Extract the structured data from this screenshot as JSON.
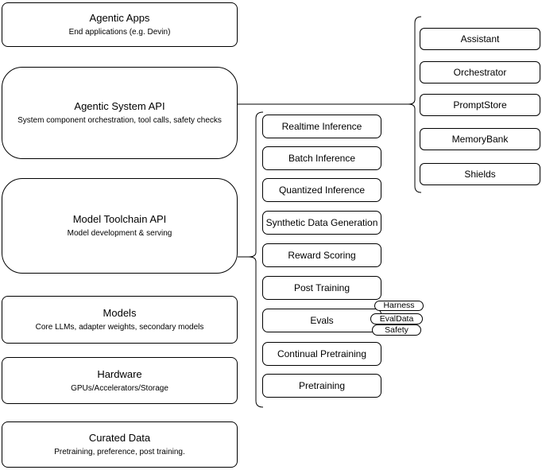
{
  "left_stack": [
    {
      "title": "Agentic Apps",
      "subtitle": "End applications (e.g. Devin)"
    },
    {
      "title": "Agentic System API",
      "subtitle": "System component orchestration, tool calls, safety checks"
    },
    {
      "title": "Model Toolchain API",
      "subtitle": "Model development & serving"
    },
    {
      "title": "Models",
      "subtitle": "Core LLMs, adapter weights, secondary models"
    },
    {
      "title": "Hardware",
      "subtitle": "GPUs/Accelerators/Storage"
    },
    {
      "title": "Curated Data",
      "subtitle": "Pretraining, preference, post training."
    }
  ],
  "toolchain": {
    "items": [
      "Realtime Inference",
      "Batch Inference",
      "Quantized Inference",
      "Synthetic Data Generation",
      "Reward Scoring",
      "Post Training",
      "Evals",
      "Continual Pretraining",
      "Pretraining"
    ]
  },
  "evals_tags": [
    "Harness",
    "EvalData",
    "Safety"
  ],
  "system_components": [
    "Assistant",
    "Orchestrator",
    "PromptStore",
    "MemoryBank",
    "Shields"
  ],
  "colors": {
    "stroke": "#000000",
    "background": "#ffffff",
    "text": "#000000"
  }
}
